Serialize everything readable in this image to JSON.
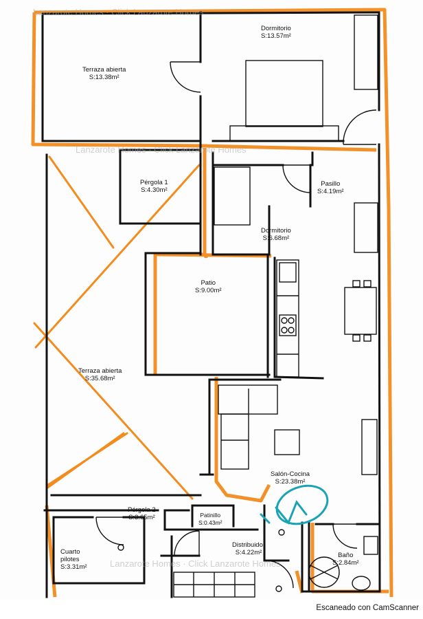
{
  "rooms": [
    {
      "name": "Dormitorio",
      "area": "S:13.57m²"
    },
    {
      "name": "Terraza abierta",
      "area": "S:13.38m²"
    },
    {
      "name": "Pérgola 1",
      "area": "S:4.30m²"
    },
    {
      "name": "Pasillo",
      "area": "S:4.19m²"
    },
    {
      "name": "Dormitorio",
      "area": "S:6.68m²"
    },
    {
      "name": "Patio",
      "area": "S:9.00m²"
    },
    {
      "name": "Terraza abierta",
      "area": "S:35.68m²"
    },
    {
      "name": "Salón-Cocina",
      "area": "S:23.38m²"
    },
    {
      "name": "Pérgola 2",
      "area": "S:3.65m²"
    },
    {
      "name": "Patinillo",
      "area": "S:0.43m²"
    },
    {
      "name": "Distribuidor",
      "area": "S:4.22m²"
    },
    {
      "name": "Cuarto pilotes",
      "area": "S:3.31m²"
    },
    {
      "name": "Baño",
      "area": "S:2.84m²"
    }
  ],
  "watermark": "Lanzarote Homes · Click Lanzarote Homes",
  "footer": "Escaneado con CamScanner",
  "colors": {
    "wall": "#111111",
    "highlight": "#f28c1e",
    "marker": "#1aa3b5"
  }
}
